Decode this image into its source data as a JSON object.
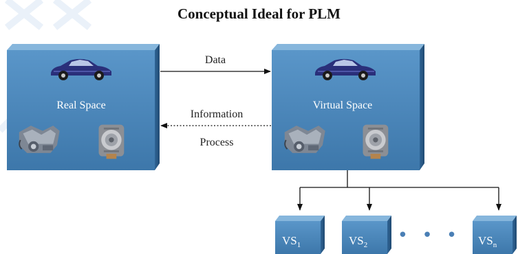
{
  "title": "Conceptual Ideal for PLM",
  "real_space": {
    "label": "Real Space"
  },
  "virtual_space": {
    "label": "Virtual Space"
  },
  "arrows": {
    "data_label": "Data",
    "information_label": "Information",
    "process_label": "Process"
  },
  "sub_spaces": [
    {
      "base": "VS",
      "sub": "1"
    },
    {
      "base": "VS",
      "sub": "2"
    },
    {
      "base": "VS",
      "sub": "n"
    }
  ],
  "ellipsis": "• • •",
  "icons": [
    "car-icon",
    "engine-icon",
    "turbine-icon"
  ],
  "colors": {
    "box_front": "#4a88bd",
    "box_front_dark": "#2f6596",
    "box_top": "#7fb1da",
    "box_side": "#2b5d8c",
    "title": "#111111",
    "dots": "#4a7fb5"
  }
}
